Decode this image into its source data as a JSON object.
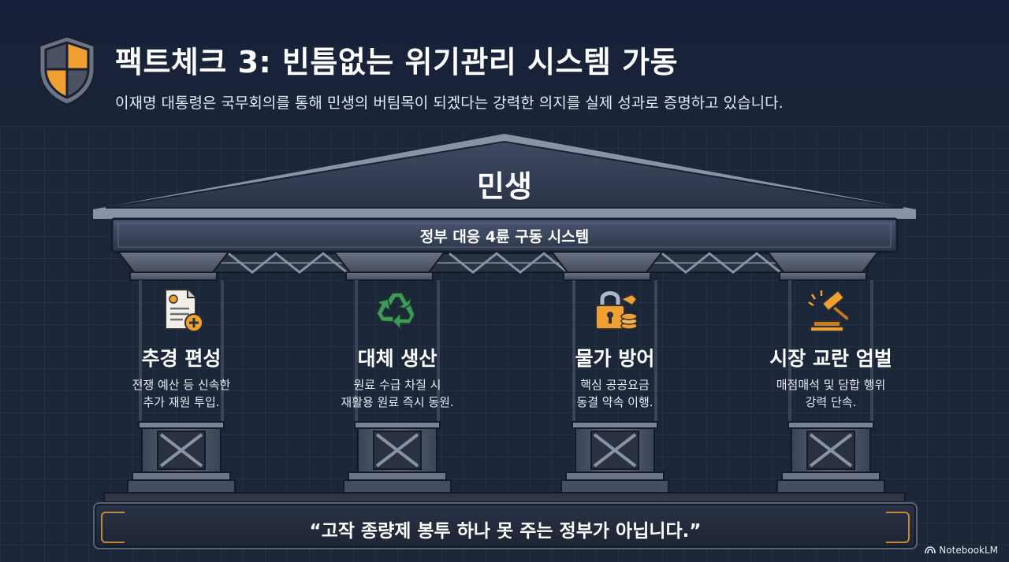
{
  "header": {
    "title": "팩트체크 3: 빈틈없는 위기관리 시스템 가동",
    "subtitle": "이재명 대통령은 국무회의를 통해 민생의 버팀목이 되겠다는 강력한 의지를 실제 성과로 증명하고 있습니다."
  },
  "roof": {
    "label": "민생"
  },
  "beam": {
    "label": "정부 대응 4륜 구동 시스템"
  },
  "pillars": [
    {
      "icon": "document-plus-icon",
      "title": "추경 편성",
      "desc": [
        "전쟁 예산 등 신속한",
        "추가 재원 투입."
      ]
    },
    {
      "icon": "recycle-icon",
      "title": "대체 생산",
      "desc": [
        "원료 수급 차질 시",
        "재활용 원료 즉시 동원."
      ]
    },
    {
      "icon": "lock-coins-icon",
      "title": "물가 방어",
      "desc": [
        "핵심 공공요금",
        "동결 약속 이행."
      ]
    },
    {
      "icon": "gavel-icon",
      "title": "시장 교란 엄벌",
      "desc": [
        "매점매석 및 담합 행위",
        "강력 단속."
      ]
    }
  ],
  "quote": {
    "text": "“고작 종량제 봉투 하나 못 주는 정부가 아닙니다.”"
  },
  "brand": {
    "label": "NotebookLM"
  },
  "colors": {
    "accent": "#f0a030",
    "background": "#1a2336",
    "stone": "#4a5568"
  }
}
